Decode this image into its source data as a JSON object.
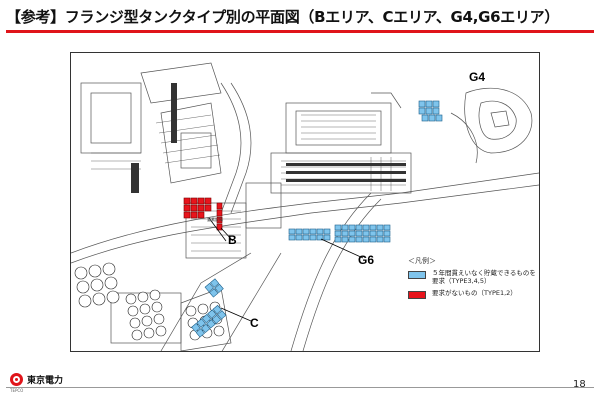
{
  "title": "【参考】フランジ型タンクタイプ別の平面図（Bエリア、Cエリア、G4,G6エリア）",
  "areas": {
    "g4": "G4",
    "b": "B",
    "g6": "G6",
    "c": "C"
  },
  "legend": {
    "title": "＜凡例＞",
    "items": [
      {
        "text": "５年間貫えいなく貯蔵できるものを要求（TYPE3,4,5）",
        "color": "#7fc4ec"
      },
      {
        "text": "要求がないもの（TYPE1,2）",
        "color": "#e8141c"
      }
    ]
  },
  "map_small_text": "要素設備",
  "company": "東京電力",
  "company_sub": "TEPCO",
  "page_number": "18"
}
